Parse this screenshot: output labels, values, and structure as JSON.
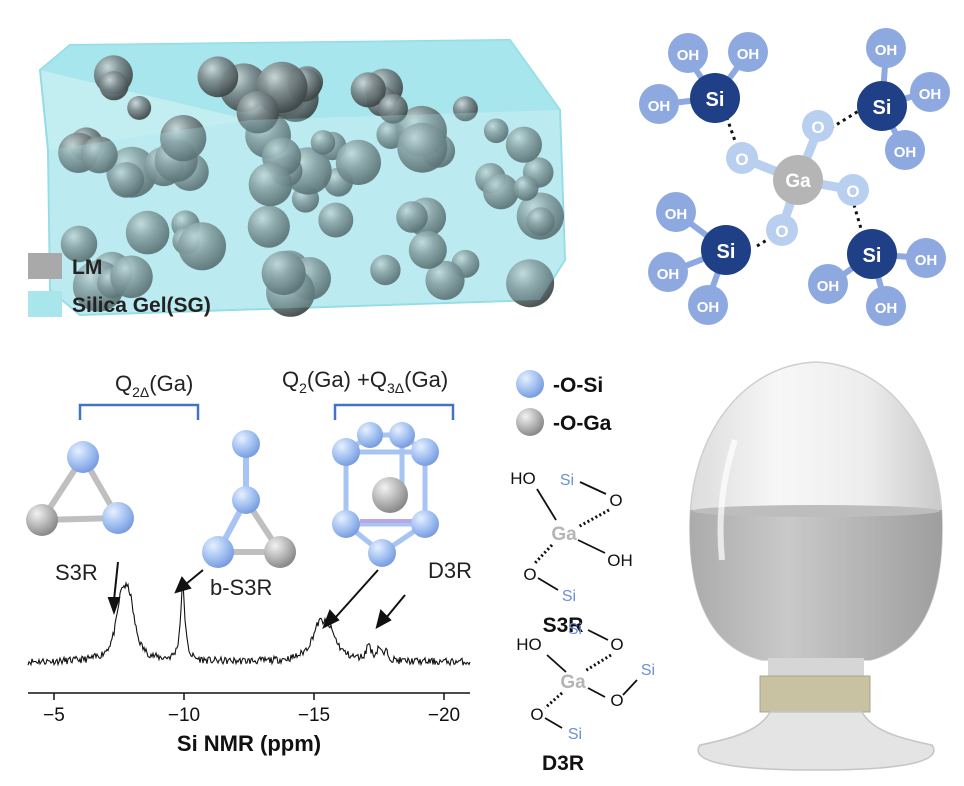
{
  "legend": {
    "lm": "LM",
    "sg": "Silica Gel(SG)",
    "lm_color": "#a9a9a9",
    "sg_color": "#a8e6ec"
  },
  "structure": {
    "center": "Ga",
    "oxygen": "O",
    "silicon": "Si",
    "hydroxyl": "OH",
    "colors": {
      "si": "#1f3f86",
      "o": "#b9cff0",
      "oh": "#8ea8e0",
      "ga": "#b5b5b5"
    }
  },
  "nmr": {
    "brackets": [
      {
        "base": "Q",
        "sub": "2Δ",
        "tail": "(Ga)"
      },
      {
        "base": "Q",
        "sub": "2",
        "tail": "(Ga) +",
        "base2": "Q",
        "sub2": "3Δ",
        "tail2": "(Ga)"
      }
    ],
    "cluster_labels": [
      "S3R",
      "b-S3R",
      "D3R"
    ],
    "atom_legend": [
      "-O-Si",
      "-O-Ga"
    ],
    "atom_colors": {
      "si": "#a7c4f2",
      "ga": "#b9b9b9"
    }
  },
  "chart_data": {
    "type": "line",
    "xlabel": "Si NMR (ppm)",
    "x_ticks": [
      -5,
      -10,
      -15,
      -20
    ],
    "x_tick_labels": [
      "−5",
      "−10",
      "−15",
      "−20"
    ],
    "xlim": [
      -4,
      -21
    ],
    "axis_direction": "reversed",
    "peaks": [
      {
        "x": -7.6,
        "height": 0.66,
        "width": 0.25
      },
      {
        "x": -7.9,
        "height": 0.62,
        "width": 0.25
      },
      {
        "x": -9.95,
        "height": 0.95,
        "width": 0.1
      },
      {
        "x": -15.2,
        "height": 0.38,
        "width": 0.35
      },
      {
        "x": -15.6,
        "height": 0.28,
        "width": 0.35
      },
      {
        "x": -17.1,
        "height": 0.2,
        "width": 0.1
      },
      {
        "x": -17.5,
        "height": 0.16,
        "width": 0.1
      },
      {
        "x": -17.8,
        "height": 0.1,
        "width": 0.1
      }
    ]
  },
  "schemes": {
    "s3r": {
      "title": "S3R",
      "ga": "Ga",
      "o": "O",
      "si": "Si",
      "ho": "HO",
      "oh": "OH"
    },
    "d3r": {
      "title": "D3R",
      "ga": "Ga",
      "o": "O",
      "si": "Si",
      "ho": "HO"
    }
  }
}
